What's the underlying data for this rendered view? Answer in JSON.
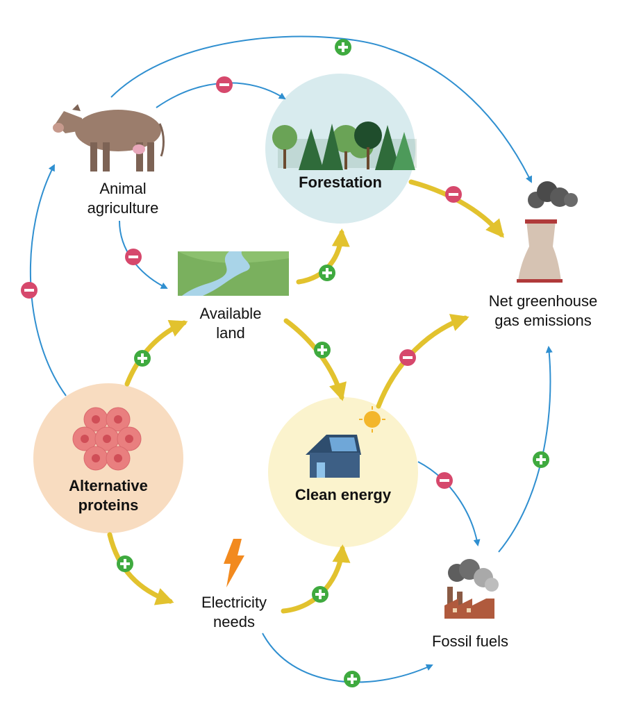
{
  "nodes": {
    "animal_agriculture": {
      "line1": "Animal",
      "line2": "agriculture"
    },
    "forestation": {
      "line1": "Forestation"
    },
    "net_ghg": {
      "line1": "Net greenhouse",
      "line2": "gas emissions"
    },
    "available_land": {
      "line1": "Available",
      "line2": "land"
    },
    "alternative_proteins": {
      "line1": "Alternative",
      "line2": "proteins"
    },
    "clean_energy": {
      "line1": "Clean energy"
    },
    "electricity_needs": {
      "line1": "Electricity",
      "line2": "needs"
    },
    "fossil_fuels": {
      "line1": "Fossil fuels"
    }
  },
  "colors": {
    "positive_sign": "#3faa3f",
    "negative_sign": "#d6486c",
    "direct_link": "#2f8fd0",
    "major_link": "#e2c22e",
    "forestation_circle": "#d8ebee",
    "proteins_circle": "#f8dcc0",
    "energy_circle": "#fbf3cd"
  },
  "icons": [
    "cow-icon",
    "forest-icon",
    "power-plant-icon",
    "river-land-icon",
    "cells-icon",
    "solar-house-icon",
    "lightning-icon",
    "factory-icon"
  ]
}
